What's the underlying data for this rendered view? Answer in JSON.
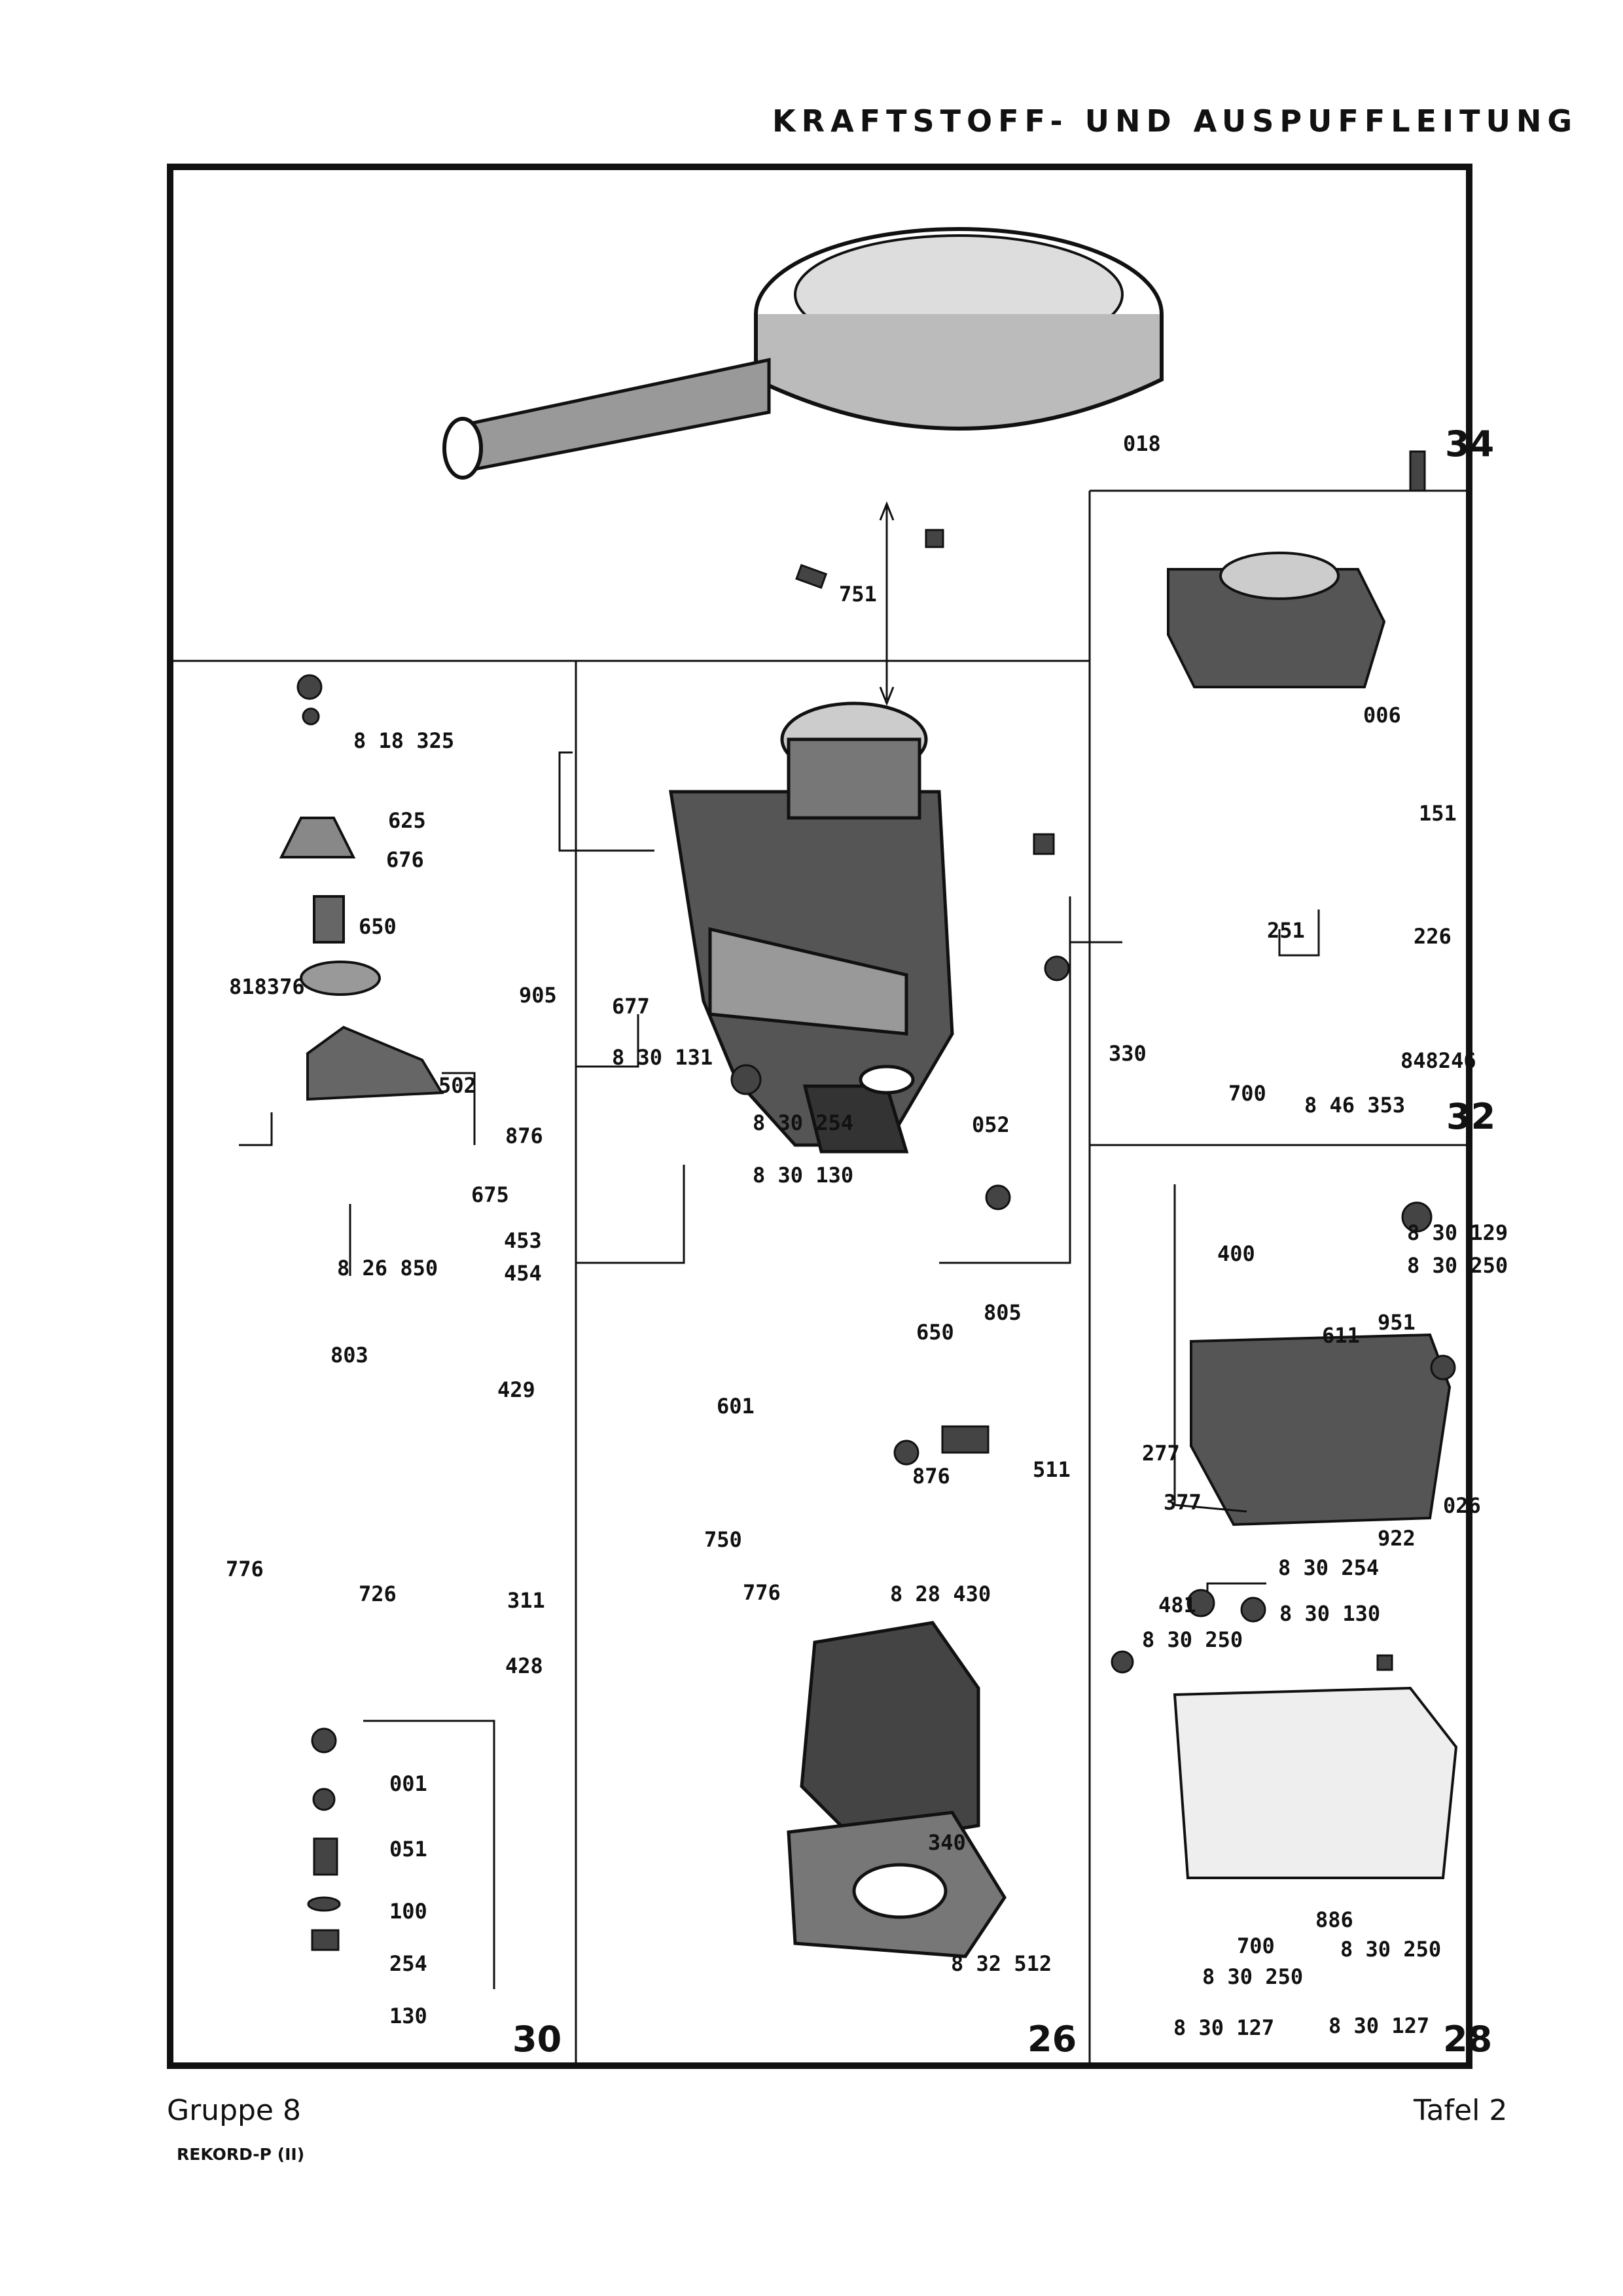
{
  "header": {
    "title": "KRAFTSTOFF- UND AUSPUFFLEITUNG"
  },
  "sections": {
    "s34": "34",
    "s32": "32",
    "s30": "30",
    "s26": "26",
    "s28": "28"
  },
  "part_labels": {
    "p018": "018",
    "p751": "751",
    "p006": "006",
    "p151": "151",
    "p251": "251",
    "p226": "226",
    "p700a": "700",
    "p846353": "8 46 353",
    "p848246": "848246",
    "p330": "330",
    "p818325": "8 18 325",
    "p625": "625",
    "p676": "676",
    "p650a": "650",
    "p818376": "818376",
    "p905": "905",
    "p502": "502",
    "p876a": "876",
    "p675": "675",
    "p453": "453",
    "p454": "454",
    "p826850": "8 26 850",
    "p803": "803",
    "p429": "429",
    "p776a": "776",
    "p726": "726",
    "p311": "311",
    "p428": "428",
    "p677": "677",
    "p830131": "8 30 131",
    "p830254a": "8 30 254",
    "p830130a": "8 30 130",
    "p052": "052",
    "p650b": "650",
    "p805": "805",
    "p601": "601",
    "p876b": "876",
    "p511": "511",
    "p750": "750",
    "p776b": "776",
    "p828430": "8 28 430",
    "p340": "340",
    "p832512": "8 32 512",
    "p001": "001",
    "p051": "051",
    "p100": "100",
    "p254": "254",
    "p130": "130",
    "p400": "400",
    "p830129": "8 30 129",
    "p830250a": "8 30 250",
    "p611": "611",
    "p951": "951",
    "p277": "277",
    "p377": "377",
    "p026": "026",
    "p922": "922",
    "p830254b": "8 30 254",
    "p830130b": "8 30 130",
    "p481": "481",
    "p830250b": "8 30 250",
    "p886": "886",
    "p700b": "700",
    "p830250c": "8 30 250",
    "p830250d": "8 30 250",
    "p830127a": "8 30 127",
    "p830127b": "8 30 127"
  },
  "footer": {
    "group": "Gruppe 8",
    "model": "REKORD-P (II)",
    "plate": "Tafel 2"
  }
}
